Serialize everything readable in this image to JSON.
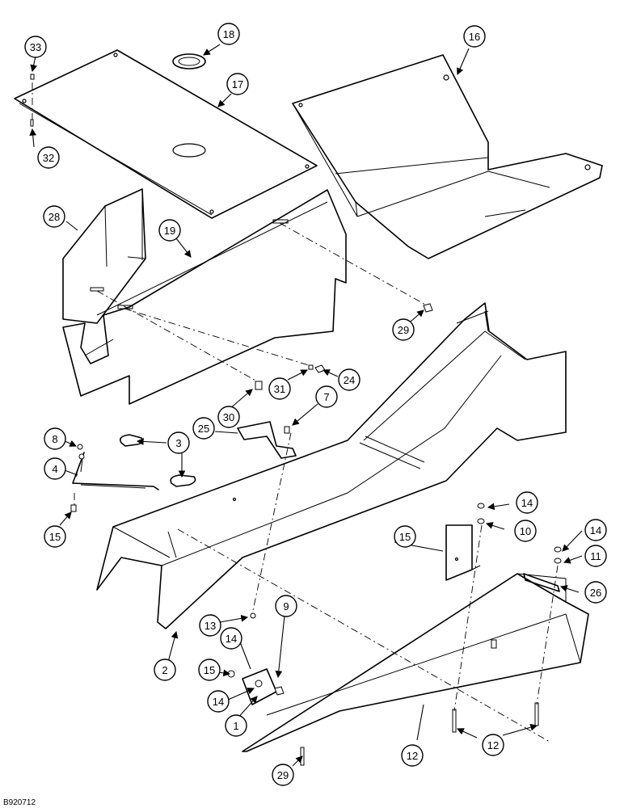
{
  "drawing_code": "B920712",
  "callouts": [
    "33",
    "18",
    "16",
    "17",
    "32",
    "28",
    "19",
    "29",
    "30",
    "31",
    "24",
    "25",
    "7",
    "8",
    "3",
    "4",
    "15",
    "14",
    "10",
    "15",
    "14",
    "11",
    "26",
    "13",
    "9",
    "14",
    "15",
    "14",
    "1",
    "2",
    "12",
    "12",
    "29"
  ]
}
